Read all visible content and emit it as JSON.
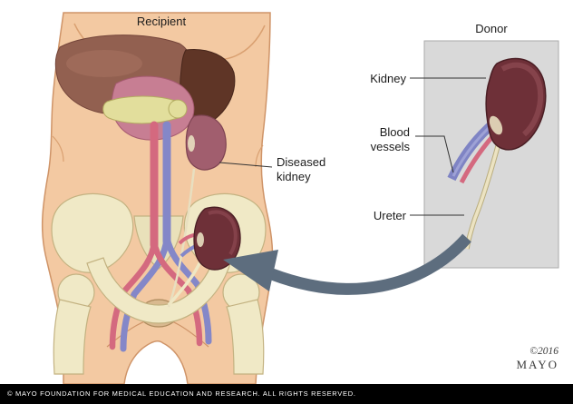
{
  "recipient": {
    "label": "Recipient"
  },
  "donor": {
    "label": "Donor"
  },
  "callouts": {
    "kidney": "Kidney",
    "blood_vessels": "Blood\nvessels",
    "ureter": "Ureter",
    "diseased_kidney": "Diseased\nkidney"
  },
  "watermark": {
    "year": "©2016",
    "brand": "MAYO"
  },
  "footer": {
    "copyright": "© MAYO FOUNDATION FOR MEDICAL EDUCATION AND RESEARCH. ALL RIGHTS RESERVED."
  },
  "colors": {
    "skin": "#f3c9a2",
    "skin_outline": "#cf9468",
    "kidney_dark": "#6e3038",
    "diseased_kidney_pink": "#a15e6e",
    "artery_pink": "#d4697f",
    "vein_blue": "#8487c8",
    "bone_cream": "#f0e9c6",
    "liver_brown": "#926050",
    "pancreas_yellow": "#e2de9c",
    "stomach_pink": "#c77e93",
    "bladder_tan": "#d9b98f",
    "ureter_cream": "#ece3c2",
    "donor_box_gray": "#d9d9d9",
    "arrow_slate": "#5d6d7e",
    "footer_black": "#000000"
  }
}
